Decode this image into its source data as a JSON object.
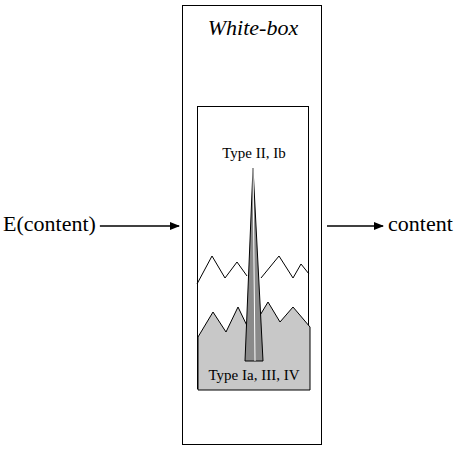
{
  "diagram": {
    "nodes": [
      {
        "text": [
          "White-box"
        ]
      },
      {
        "text": [
          "Type II, Ib"
        ],
        "in": 0
      },
      {
        "text": [
          "Type Ia, III, IV"
        ],
        "in": 1
      }
    ],
    "labels": [
      "E(content)",
      "content"
    ]
  }
}
